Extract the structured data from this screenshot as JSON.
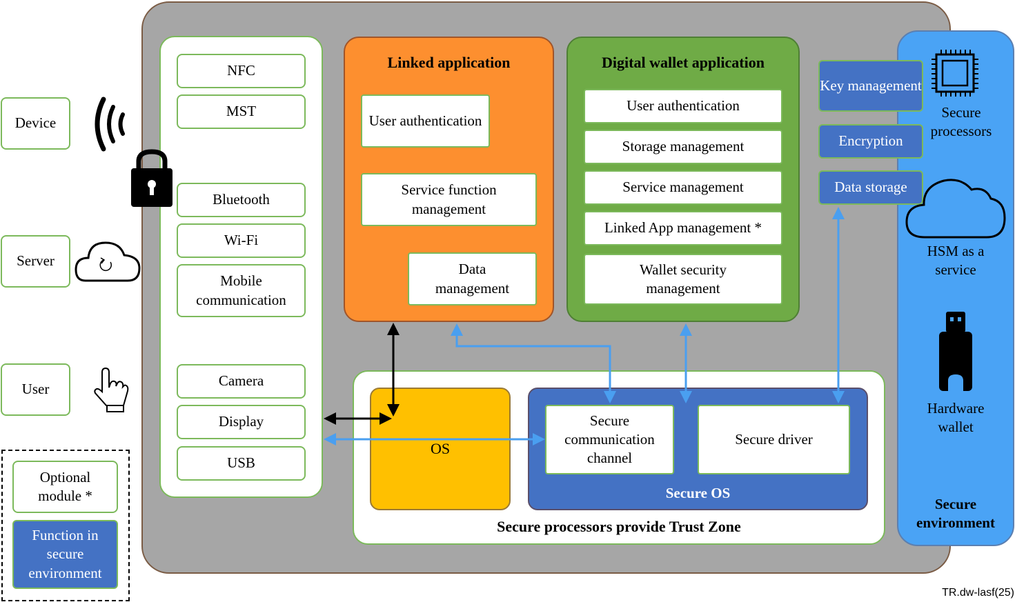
{
  "left_entities": {
    "device": "Device",
    "server": "Server",
    "user": "User"
  },
  "legend": {
    "optional": "Optional module *",
    "function": "Function in secure environment"
  },
  "hardware_interfaces": [
    "NFC",
    "MST",
    "Bluetooth",
    "Wi-Fi",
    "Mobile communication",
    "Camera",
    "Display",
    "USB"
  ],
  "linked_app": {
    "title": "Linked application",
    "items": [
      "User authentication",
      "Service function management",
      "Data management"
    ]
  },
  "wallet_app": {
    "title": "Digital wallet application",
    "items": [
      "User authentication",
      "Storage management",
      "Service management",
      "Linked App management *",
      "Wallet security management"
    ]
  },
  "secure_functions": [
    "Key management",
    "Encryption",
    "Data storage"
  ],
  "trust_zone": {
    "os": "OS",
    "secure_comm": "Secure communication channel",
    "secure_driver": "Secure driver",
    "secure_os": "Secure OS",
    "caption": "Secure processors provide Trust Zone"
  },
  "secure_env": {
    "secure_processors": "Secure processors",
    "hsm": "HSM as a service",
    "hardware_wallet": "Hardware wallet",
    "caption": "Secure environment"
  },
  "reference": "TR.dw-lasf(25)",
  "colors": {
    "gray_bg": "#a6a6a6",
    "orange": "#fd8f2f",
    "green": "#6fab46",
    "yellow": "#ffc000",
    "secure_blue": "#4472c4",
    "sky_blue": "#4aa3f5",
    "arrow_blue": "#4a9ff0",
    "border_green": "#7cb95b"
  }
}
